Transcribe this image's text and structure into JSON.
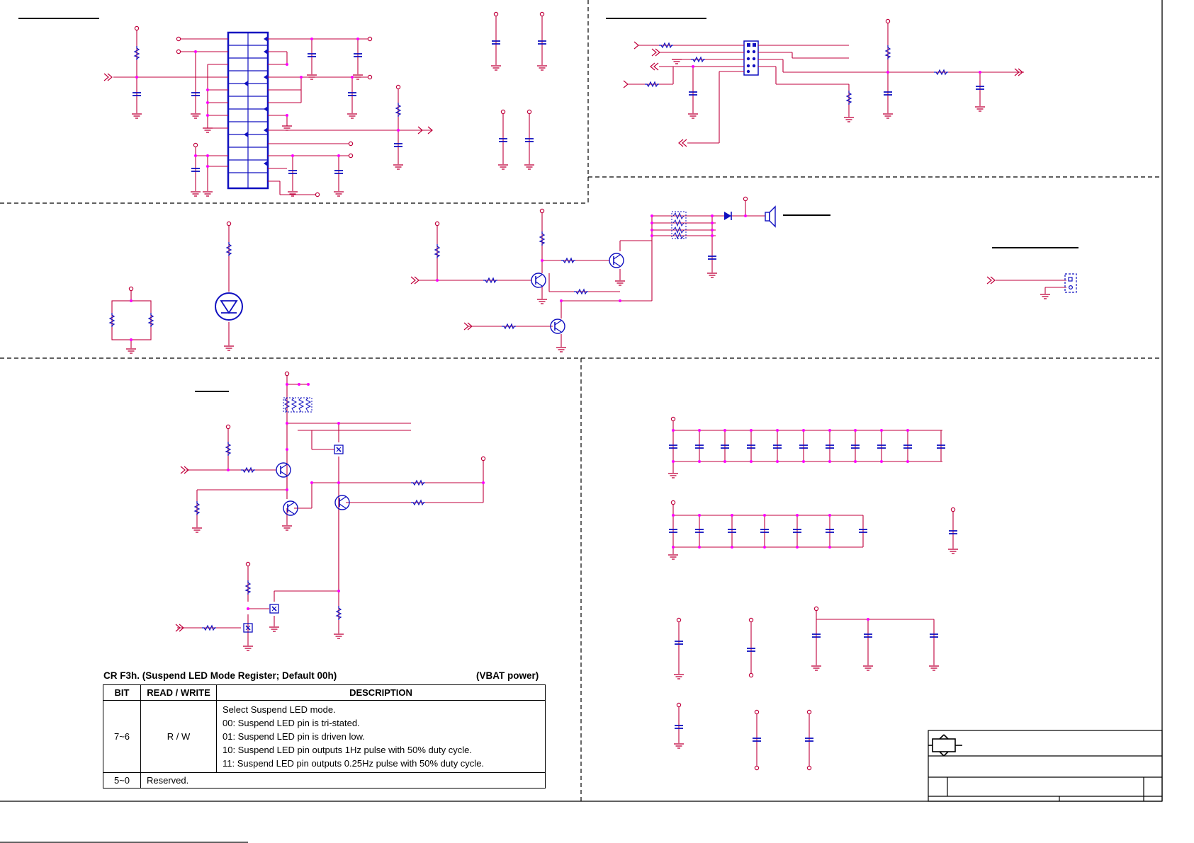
{
  "register_table": {
    "caption": "CR F3h. (Suspend LED Mode Register; Default 00h)",
    "power_note": "(VBAT power)",
    "headers": [
      "BIT",
      "READ / WRITE",
      "DESCRIPTION"
    ],
    "rows": [
      {
        "bit": "7~6",
        "rw": "R / W",
        "description": [
          "Select Suspend LED mode.",
          "00: Suspend LED pin is tri-stated.",
          "01: Suspend LED pin is driven low.",
          "10: Suspend LED pin outputs 1Hz pulse with 50% duty cycle.",
          "11: Suspend LED pin outputs 0.25Hz pulse with 50% duty cycle."
        ]
      },
      {
        "bit": "5~0",
        "rw": "",
        "description": [
          "Reserved."
        ]
      }
    ]
  },
  "colors": {
    "wire": "#c0003c",
    "component": "#1010c0",
    "node": "#ff00ff",
    "border": "#000000"
  }
}
